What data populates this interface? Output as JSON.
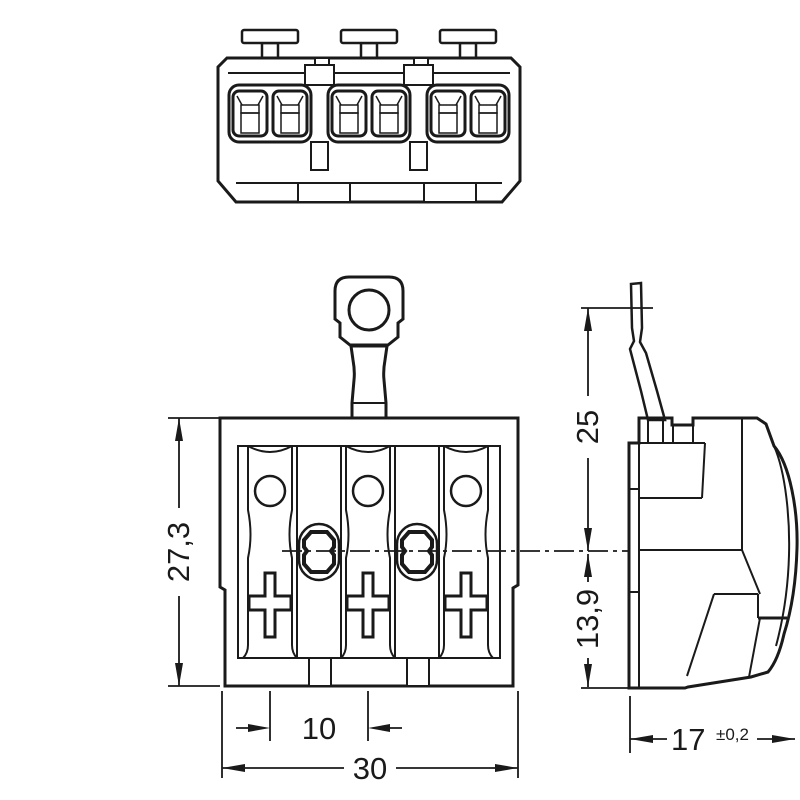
{
  "dims": {
    "front_height": "27,3",
    "strap_height": "25",
    "center_height": "13,9",
    "pole_spacing": "10",
    "front_width": "30",
    "side_depth": "17",
    "side_depth_tolerance": "±0,2"
  },
  "colors": {
    "line": "#1a1a1a",
    "copper": "#f2a878",
    "yellow": "#e4e326",
    "tan": "#c98a54",
    "background": "#ffffff"
  }
}
